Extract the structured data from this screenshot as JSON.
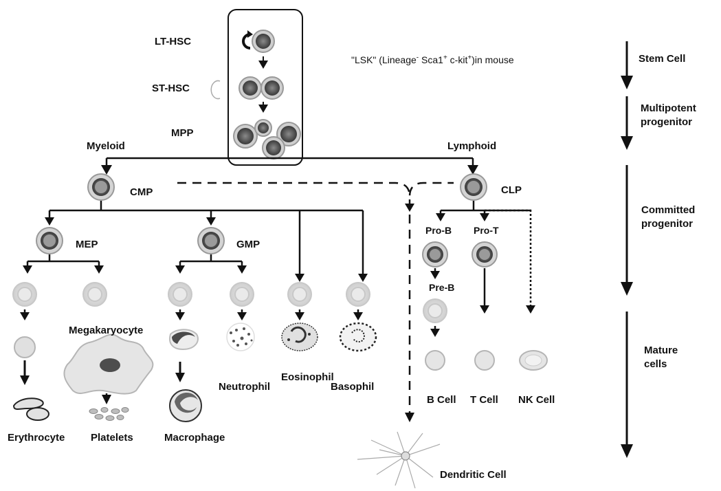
{
  "hsc_box": {
    "lt_hsc": "LT-HSC",
    "st_hsc": "ST-HSC",
    "mpp": "MPP"
  },
  "lsk_note": {
    "prefix": "\"LSK\" (Lineage",
    "sup1": "-",
    "mid1": " Sca1",
    "sup2": "+",
    "mid2": " c-kit",
    "sup3": "+",
    "suffix": ")in mouse"
  },
  "branches": {
    "myeloid": "Myeloid",
    "lymphoid": "Lymphoid"
  },
  "progenitors": {
    "cmp": "CMP",
    "clp": "CLP",
    "mep": "MEP",
    "gmp": "GMP",
    "pro_b": "Pro-B",
    "pro_t": "Pro-T",
    "pre_b": "Pre-B"
  },
  "mature": {
    "megakaryocyte": "Megakaryocyte",
    "erythrocyte": "Erythrocyte",
    "platelets": "Platelets",
    "macrophage": "Macrophage",
    "neutrophil": "Neutrophil",
    "eosinophil": "Eosinophil",
    "basophil": "Basophil",
    "dendritic": "Dendritic Cell",
    "b_cell": "B Cell",
    "t_cell": "T Cell",
    "nk_cell": "NK Cell"
  },
  "stages": {
    "stem": "Stem Cell",
    "multipotent": [
      "Multipotent",
      "progenitor"
    ],
    "committed": [
      "Committed",
      "progenitor"
    ],
    "mature": [
      "Mature",
      "cells"
    ]
  }
}
